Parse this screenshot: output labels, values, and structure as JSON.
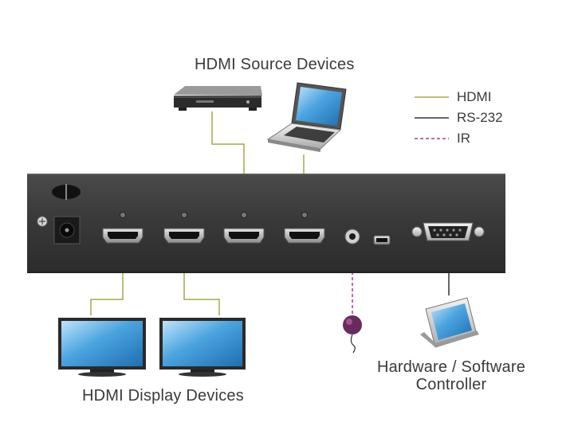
{
  "title_sources": "HDMI Source Devices",
  "title_displays": "HDMI Display Devices",
  "controller_label": {
    "line1": "Hardware / Software",
    "line2": "Controller"
  },
  "legend": [
    {
      "label": "HDMI",
      "style": "solid",
      "color": "#a5a84a"
    },
    {
      "label": "RS-232",
      "style": "solid",
      "color": "#333333"
    },
    {
      "label": "IR",
      "style": "dashed",
      "color": "#b03a8a"
    }
  ],
  "colors": {
    "hdmi_line": "#a5a84a",
    "rs232_line": "#333333",
    "ir_line": "#b03a8a",
    "device_body": "#3b3b3b",
    "screen": "#4aa3df"
  },
  "icons": {
    "source_player": "blu-ray-player-icon",
    "source_laptop": "laptop-icon",
    "display_1": "monitor-icon",
    "display_2": "monitor-icon",
    "controller": "touch-panel-icon",
    "ir_receiver": "ir-receiver-icon"
  }
}
